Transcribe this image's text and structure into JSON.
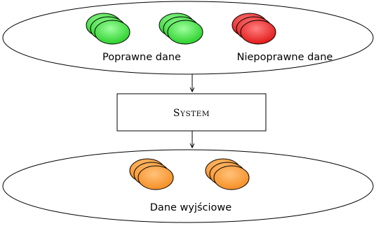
{
  "input_group": {
    "valid_label": "Poprawne dane",
    "invalid_label": "Niepoprawne dane",
    "valid_color": "#33dd33",
    "invalid_color": "#ee2222"
  },
  "system": {
    "label_first": "S",
    "label_rest": "YSTEM"
  },
  "output_group": {
    "label": "Dane wyjściowe",
    "color": "#f7922a"
  }
}
